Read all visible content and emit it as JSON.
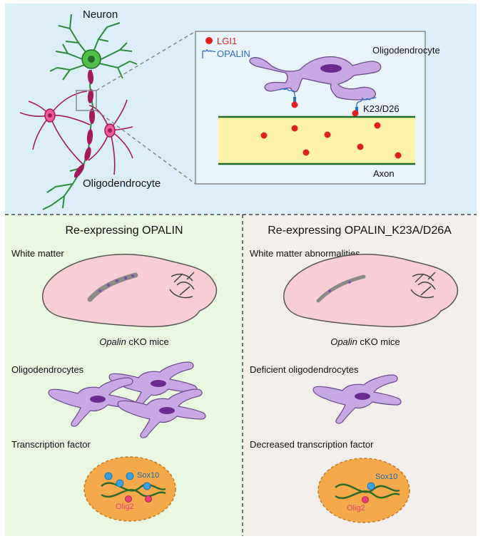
{
  "top": {
    "neuron_label": "Neuron",
    "oligodendrocyte_label": "Oligodendrocyte",
    "inset": {
      "legend_lgi1": "LGI1",
      "legend_opalin": "OPALIN",
      "oligodendrocyte_label": "Oligodendrocyte",
      "site_label": "K23/D26",
      "axon_label": "Axon"
    }
  },
  "left_panel": {
    "title": "Re-expressing OPALIN",
    "white_matter_label": "White matter",
    "mice_italic": "Opalin",
    "mice_rest": " cKO mice",
    "oligo_label": "Oligodendrocytes",
    "tf_label": "Transcription factor",
    "sox10": "Sox10",
    "olig2": "Olig2"
  },
  "right_panel": {
    "title": "Re-expressing OPALIN_K23A/D26A",
    "white_matter_label": "White matter abnormalities",
    "mice_italic": "Opalin",
    "mice_rest": " cKO mice",
    "oligo_label": "Deficient oligodendrocytes",
    "tf_label": "Decreased transcription factor",
    "sox10": "Sox10",
    "olig2": "Olig2"
  },
  "colors": {
    "top_bg": "#dceef8",
    "left_bg": "#e9f7e1",
    "right_bg": "#f2eeeb",
    "neuron_green": "#2e8b3a",
    "myelin_magenta": "#a3195b",
    "oligo_lavender": "#c9a8e6",
    "oligo_nucleus": "#6b2c8f",
    "lgi1_red": "#e02020",
    "opalin_blue": "#2a6fc0",
    "axon_yellow": "#fdf3a6",
    "nucleus_orange": "#f4a94a",
    "sox10_blue": "#3aa0e0",
    "olig2_pink": "#e8407a"
  }
}
